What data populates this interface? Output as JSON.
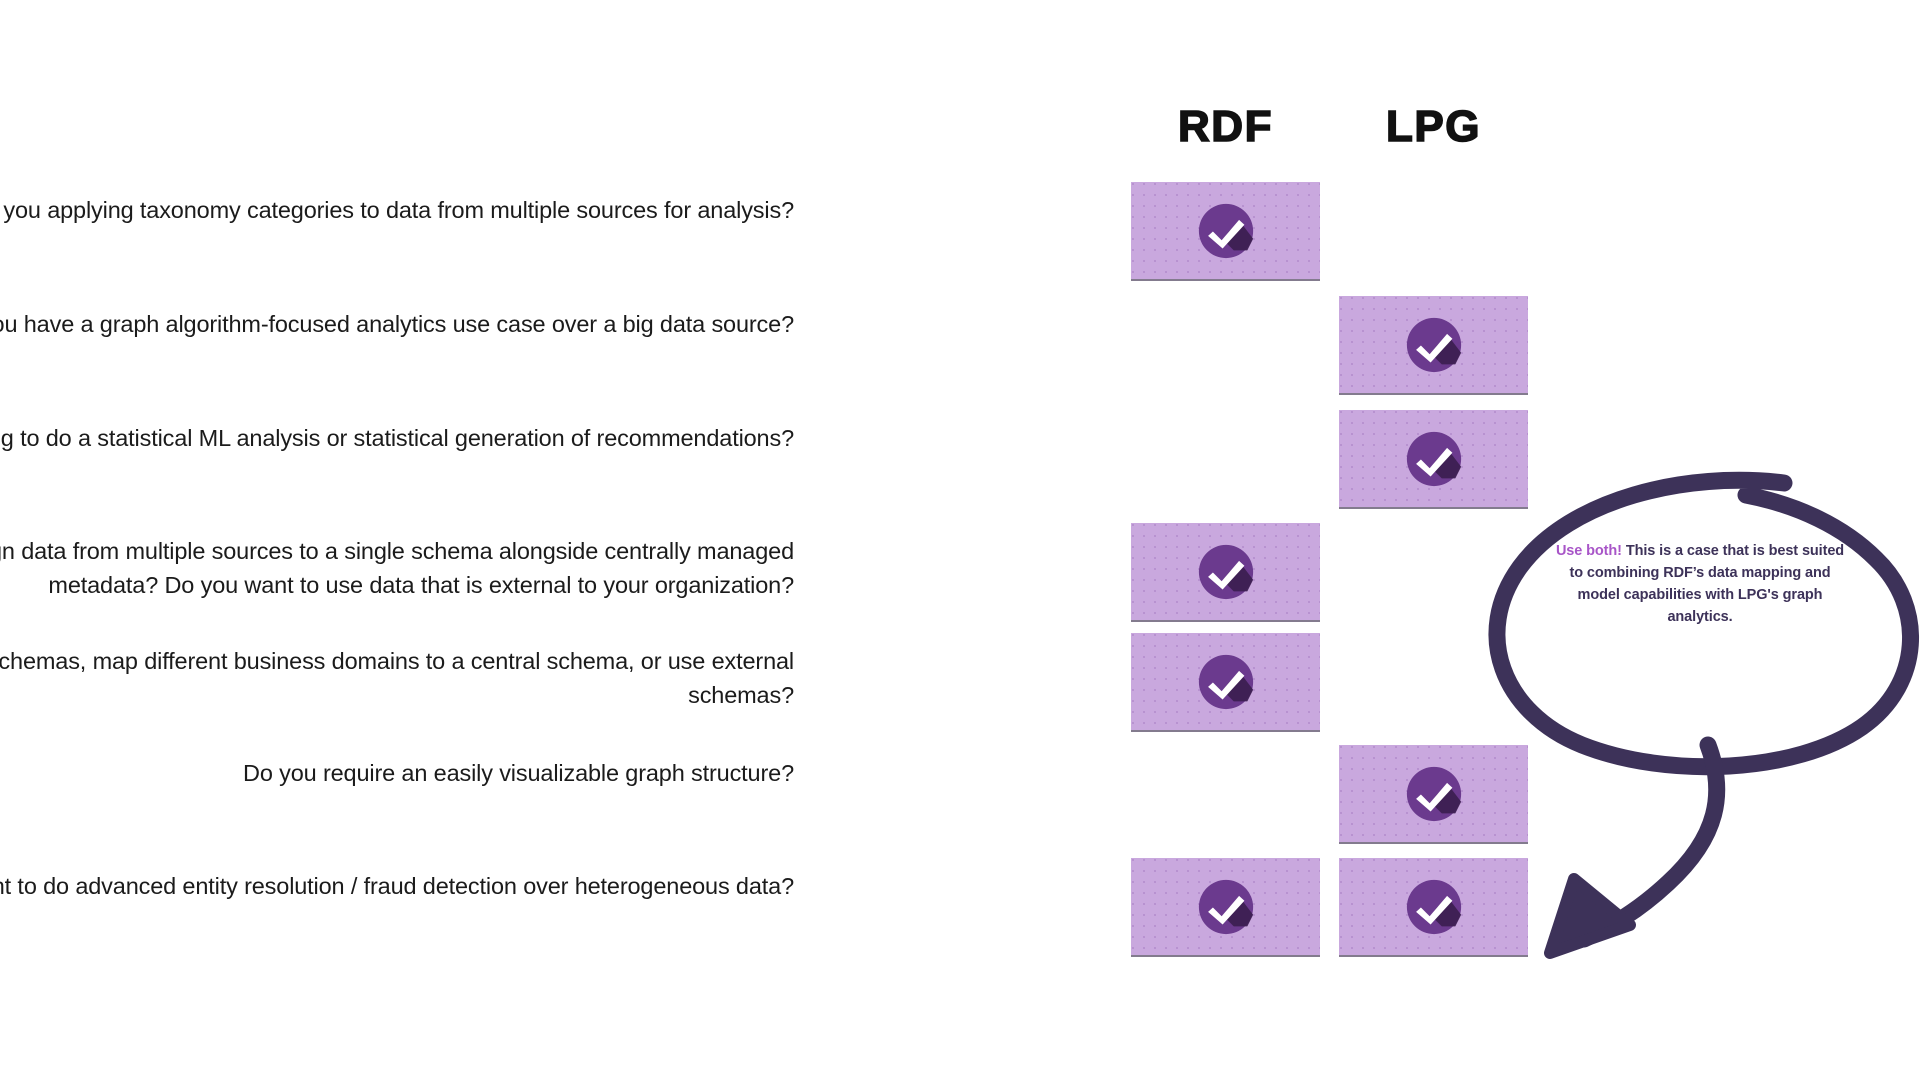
{
  "colors": {
    "cell_fill": "#c9a8de",
    "badge_circle": "#6b3a8e",
    "badge_shadow": "#3d1f52",
    "check_mark": "#ffffff",
    "callout_stroke": "#3d3259",
    "callout_lead_text": "#a855c8",
    "question_text": "#1b1b1b",
    "header_text": "#111111",
    "background": "#ffffff"
  },
  "columns": [
    {
      "id": "rdf",
      "label": "RDF"
    },
    {
      "id": "lpg",
      "label": "LPG"
    }
  ],
  "rows": [
    {
      "question": "Are you applying taxonomy categories to data from multiple sources for analysis?",
      "rdf": true,
      "lpg": false
    },
    {
      "question": "Do you have a graph algorithm-focused analytics use case over a big data source?",
      "rdf": false,
      "lpg": true
    },
    {
      "question": "Are you trying to do a statistical ML analysis or statistical generation of recommendations?",
      "rdf": false,
      "lpg": true
    },
    {
      "question": "Do you want to align data from multiple sources to a single schema alongside centrally managed metadata? Do you want to use data that is external to your organization?",
      "rdf": true,
      "lpg": false
    },
    {
      "question": "Do you want to reuse schemas, map different business domains to a central schema, or use external schemas?",
      "rdf": true,
      "lpg": false
    },
    {
      "question": "Do you require an easily visualizable graph structure?",
      "rdf": false,
      "lpg": true
    },
    {
      "question": "Do you want to do advanced entity resolution / fraud detection over heterogeneous data?",
      "rdf": true,
      "lpg": true
    }
  ],
  "callout": {
    "lead": "Use both!",
    "body": " This is a case that is best suited to combining RDF’s data mapping and model capabilities with LPG's graph analytics.",
    "icon": "hand-drawn-circle-arrow"
  },
  "icons": {
    "check": "check-circle-icon"
  }
}
